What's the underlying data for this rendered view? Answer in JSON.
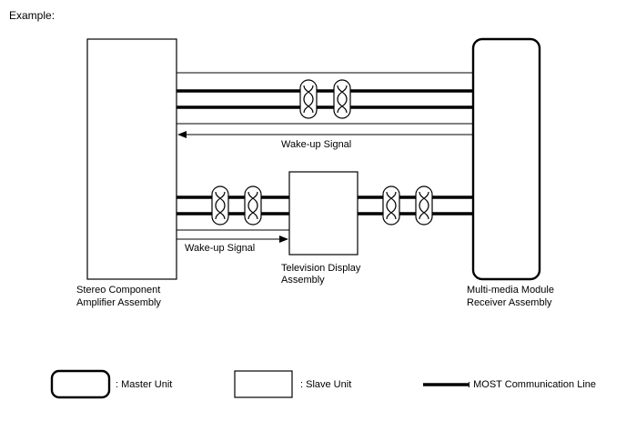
{
  "heading": "Example:",
  "components": {
    "stereo_amplifier": [
      "Stereo Component",
      "Amplifier Assembly"
    ],
    "tv_display": [
      "Television Display",
      "Assembly"
    ],
    "multimedia_receiver": [
      "Multi-media Module",
      "Receiver Assembly"
    ]
  },
  "signals": {
    "wakeup_top": "Wake-up Signal",
    "wakeup_bottom": "Wake-up Signal"
  },
  "legend": {
    "master_unit": ": Master Unit",
    "slave_unit": ": Slave Unit",
    "most_line": ": MOST Communication Line"
  }
}
